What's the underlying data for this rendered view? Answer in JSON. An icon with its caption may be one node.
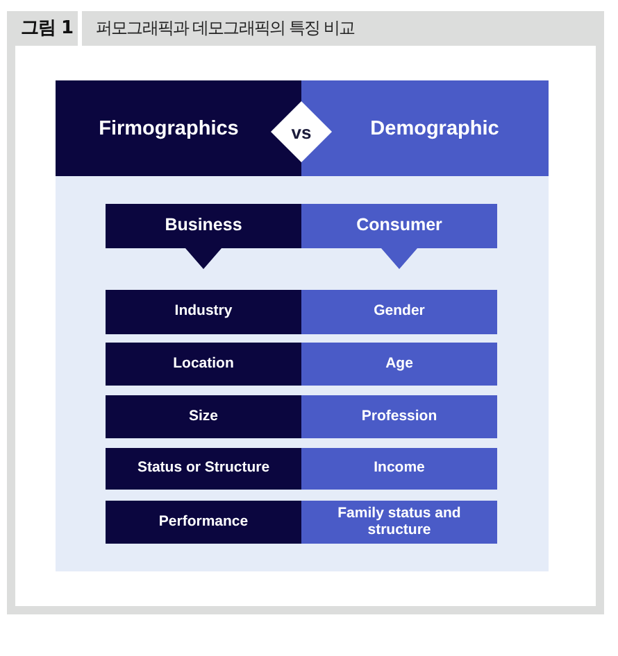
{
  "diagram": {
    "title": "퍼모그래픽과 데모그래픽의 특징 비교",
    "nodes": [
      {
        "text": [
          "Firmographics"
        ]
      },
      {
        "text": [
          "vs"
        ]
      },
      {
        "text": [
          "Demographic"
        ]
      },
      {
        "text": [
          "Business"
        ]
      },
      {
        "text": [
          "Consumer"
        ]
      },
      {
        "text": [
          "Industry"
        ]
      },
      {
        "text": [
          "Gender"
        ]
      },
      {
        "text": [
          "Location"
        ]
      },
      {
        "text": [
          "Age"
        ]
      },
      {
        "text": [
          "Size"
        ]
      },
      {
        "text": [
          "Profession"
        ]
      },
      {
        "text": [
          "Status or Structure"
        ]
      },
      {
        "text": [
          "Income"
        ]
      },
      {
        "text": [
          "Performance"
        ]
      },
      {
        "text": [
          "Family status and structure"
        ]
      }
    ],
    "labels": [
      "그림 1"
    ]
  }
}
